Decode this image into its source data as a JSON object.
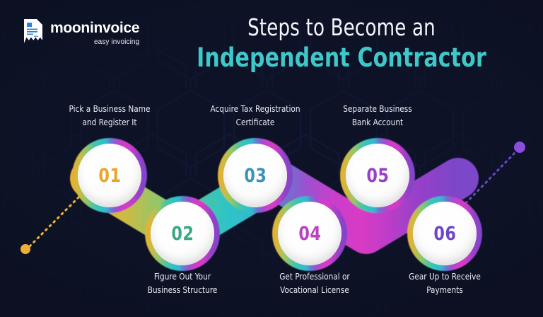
{
  "brand": {
    "name": "mooninvoice",
    "tagline": "easy invoicing",
    "logo_icon": "invoice-document-icon",
    "logo_color": "#ffffff",
    "logo_accent": "#2f7fd4"
  },
  "header": {
    "title_line1": "Steps to Become an",
    "title_line2": "Independent Contractor",
    "title_line1_color": "#f4f6fb",
    "title_line2_color": "#3fc8c9"
  },
  "theme": {
    "background": "#0e1327",
    "pattern_color": "#16214a",
    "label_color": "#e9ecf4",
    "deco_dot_left": "#f0b434",
    "deco_dot_right": "#8b4ddd"
  },
  "steps": [
    {
      "number": "01",
      "label_line1": "Pick a Business Name",
      "label_line2": "and Register It",
      "ring_color": "#e9ad2e",
      "number_color": "#e9a52b",
      "position": "top"
    },
    {
      "number": "02",
      "label_line1": "Figure Out Your",
      "label_line2": "Business Structure",
      "ring_color": "#62bd8a",
      "number_color": "#3aa882",
      "position": "bottom"
    },
    {
      "number": "03",
      "label_line1": "Acquire Tax Registration",
      "label_line2": "Certificate",
      "ring_color": "#36bfc6",
      "number_color": "#3b93b8",
      "position": "top"
    },
    {
      "number": "04",
      "label_line1": "Get Professional or",
      "label_line2": "Vocational License",
      "ring_color": "#b84ec4",
      "number_color": "#b944c0",
      "position": "bottom"
    },
    {
      "number": "05",
      "label_line1": "Separate Business",
      "label_line2": "Bank Account",
      "ring_color": "#c342c9",
      "number_color": "#9b3fc4",
      "position": "top"
    },
    {
      "number": "06",
      "label_line1": "Gear Up to Receive",
      "label_line2": "Payments",
      "ring_color": "#8a42c9",
      "number_color": "#6e45c8",
      "position": "bottom"
    }
  ],
  "chain_gradient_stops": [
    "#eab02f",
    "#9cc35f",
    "#4fc0a0",
    "#2ec4c6",
    "#5b7fd0",
    "#a44fd0",
    "#d63bc6",
    "#b93ec9",
    "#8a42c9",
    "#7b46c9"
  ]
}
